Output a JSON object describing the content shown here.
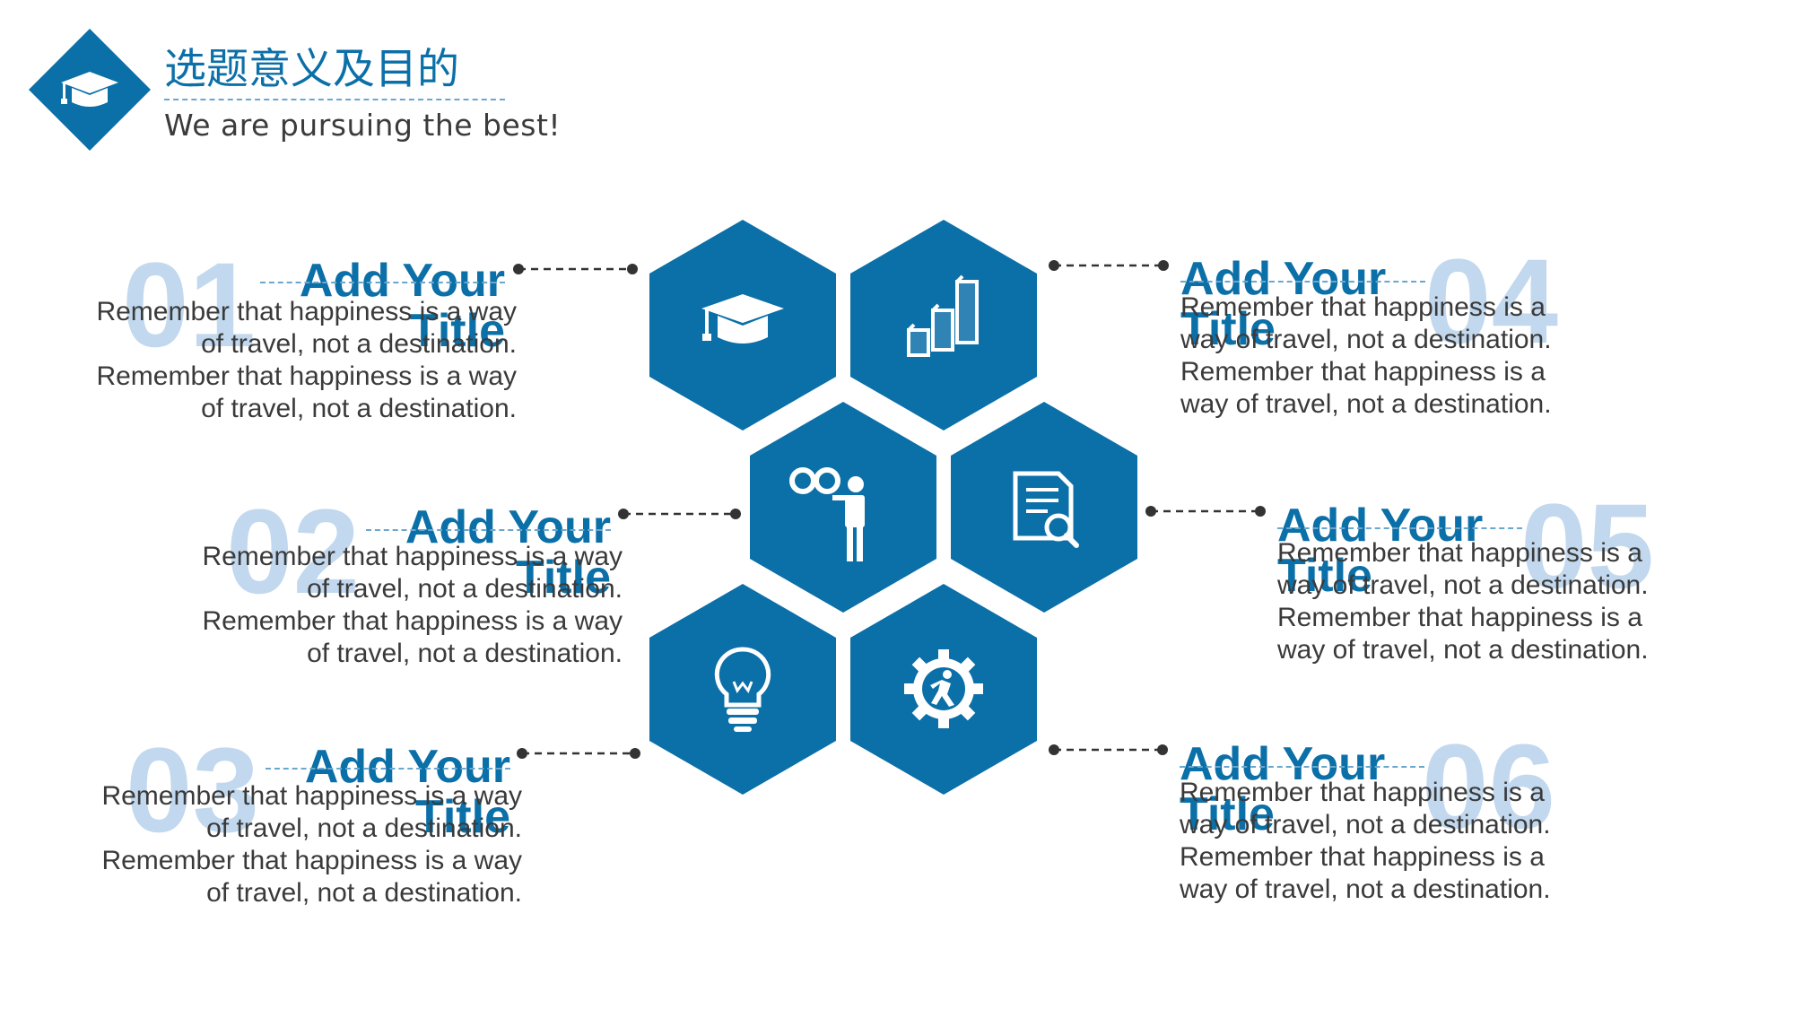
{
  "header": {
    "title": "选题意义及目的",
    "subtitle": "We are pursuing the best!",
    "logo_icon": "graduation-cap-icon"
  },
  "colors": {
    "primary": "#0b6fa8",
    "number_tint": "#c2d8ee",
    "text": "#3a3a3a",
    "connector": "#333333"
  },
  "hexagons": [
    {
      "icon": "graduation-cap-icon"
    },
    {
      "icon": "bar-chart-icon"
    },
    {
      "icon": "binoculars-person-icon"
    },
    {
      "icon": "document-search-icon"
    },
    {
      "icon": "lightbulb-icon"
    },
    {
      "icon": "gear-runner-icon"
    }
  ],
  "items": [
    {
      "number": "01",
      "title": "Add Your Title",
      "text": "Remember that happiness is a way of travel, not a destination. Remember that happiness is a way of travel, not a destination."
    },
    {
      "number": "02",
      "title": "Add Your Title",
      "text": "Remember that happiness is a way of travel, not a destination. Remember that happiness is a way of travel, not a destination."
    },
    {
      "number": "03",
      "title": "Add Your Title",
      "text": "Remember that happiness is a way of travel, not a destination. Remember that happiness is a way of travel, not a destination."
    },
    {
      "number": "04",
      "title": "Add Your Title",
      "text": "Remember that happiness is a way of travel, not a destination. Remember that happiness is a way of travel, not a destination."
    },
    {
      "number": "05",
      "title": "Add Your Title",
      "text": "Remember that happiness is a way of travel, not a destination. Remember that happiness is a way of travel, not a destination."
    },
    {
      "number": "06",
      "title": "Add Your Title",
      "text": "Remember that happiness is a way of travel, not a destination. Remember that happiness is a way of travel, not a destination."
    }
  ]
}
